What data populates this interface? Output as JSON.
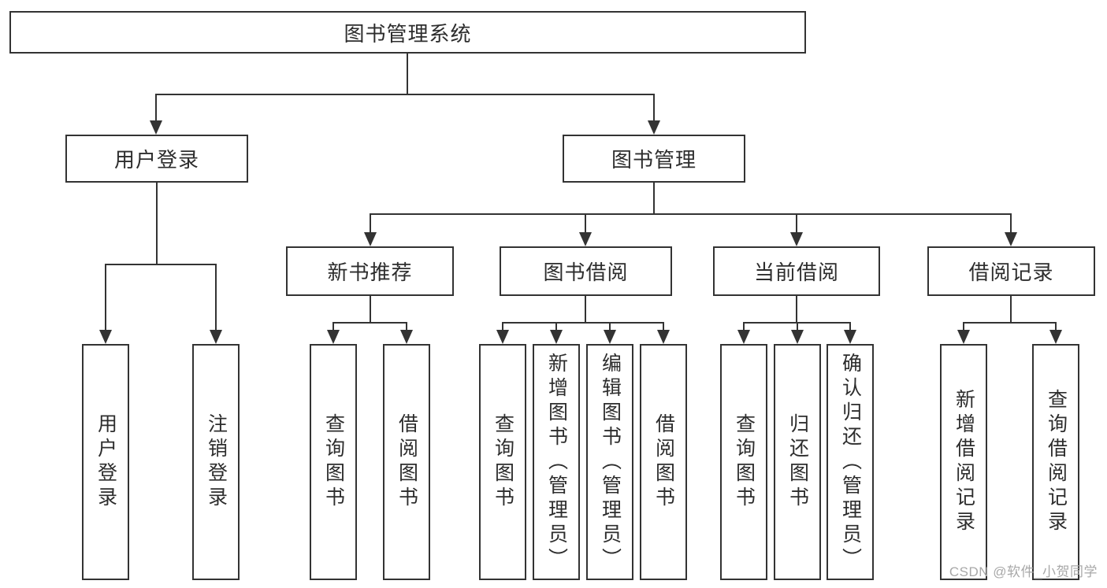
{
  "root": {
    "label": "图书管理系统"
  },
  "tree": {
    "user_login": {
      "label": "用户登录",
      "children": [
        {
          "label": "用户登录"
        },
        {
          "label": "注销登录"
        }
      ]
    },
    "book_management": {
      "label": "图书管理",
      "sections": [
        {
          "label": "新书推荐",
          "children": [
            {
              "label": "查询图书"
            },
            {
              "label": "借阅图书"
            }
          ]
        },
        {
          "label": "图书借阅",
          "children": [
            {
              "label": "查询图书"
            },
            {
              "label": "新增图书（管理员）"
            },
            {
              "label": "编辑图书（管理员）"
            },
            {
              "label": "借阅图书"
            }
          ]
        },
        {
          "label": "当前借阅",
          "children": [
            {
              "label": "查询图书"
            },
            {
              "label": "归还图书"
            },
            {
              "label": "确认归还（管理员）"
            }
          ]
        },
        {
          "label": "借阅记录",
          "children": [
            {
              "label": "新增借阅记录"
            },
            {
              "label": "查询借阅记录"
            }
          ]
        }
      ]
    }
  },
  "watermark": "CSDN @软件_小贺同学",
  "colors": {
    "line": "#333333",
    "text": "#2d2d2d",
    "watermark": "#a8a8a8",
    "background": "#ffffff"
  }
}
